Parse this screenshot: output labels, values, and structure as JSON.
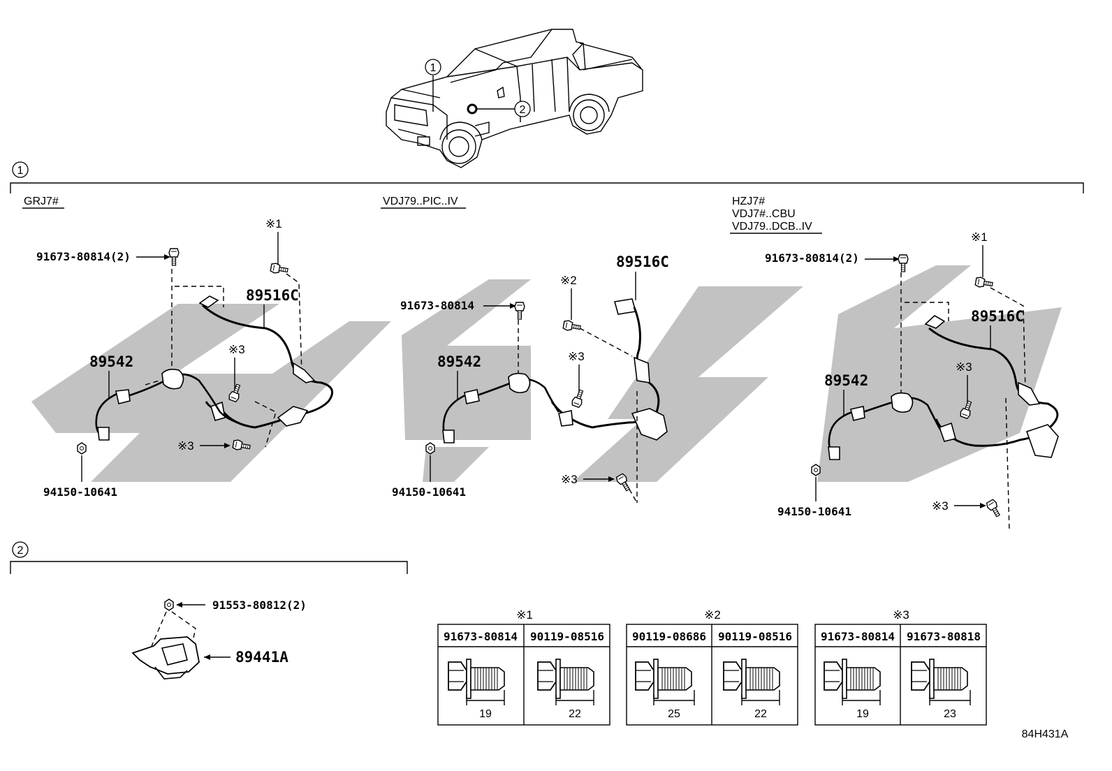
{
  "callouts": {
    "c1": "1",
    "c2": "2"
  },
  "section1": {
    "groups": [
      {
        "variant_lines": [
          "GRJ7#"
        ],
        "labels": {
          "clip": "91673-80814(2)",
          "bolt1": "※1",
          "sensor": "89516C",
          "bolt3a": "※3",
          "wire": "89542",
          "bolt3b": "※3",
          "nut": "94150-10641"
        }
      },
      {
        "variant_lines": [
          "VDJ79..PIC..IV"
        ],
        "labels": {
          "sensor": "89516C",
          "bolt2": "※2",
          "clip": "91673-80814",
          "bolt3a": "※3",
          "wire": "89542",
          "bolt3b": "※3",
          "nut": "94150-10641"
        }
      },
      {
        "variant_lines": [
          "HZJ7#",
          "VDJ7#..CBU",
          "VDJ79..DCB..IV"
        ],
        "labels": {
          "clip": "91673-80814(2)",
          "bolt1": "※1",
          "sensor": "89516C",
          "bolt3a": "※3",
          "wire": "89542",
          "nut": "94150-10641",
          "bolt3b": "※3"
        }
      }
    ]
  },
  "section2": {
    "nut": "91553-80812(2)",
    "part": "89441A"
  },
  "bolt_tables": [
    {
      "mark": "※1",
      "cols": [
        {
          "part": "91673-80814",
          "length": "19"
        },
        {
          "part": "90119-08516",
          "length": "22"
        }
      ]
    },
    {
      "mark": "※2",
      "cols": [
        {
          "part": "90119-08686",
          "length": "25"
        },
        {
          "part": "90119-08516",
          "length": "22"
        }
      ]
    },
    {
      "mark": "※3",
      "cols": [
        {
          "part": "91673-80814",
          "length": "19"
        },
        {
          "part": "91673-80818",
          "length": "23"
        }
      ]
    }
  ],
  "figure_code": "84H431A"
}
